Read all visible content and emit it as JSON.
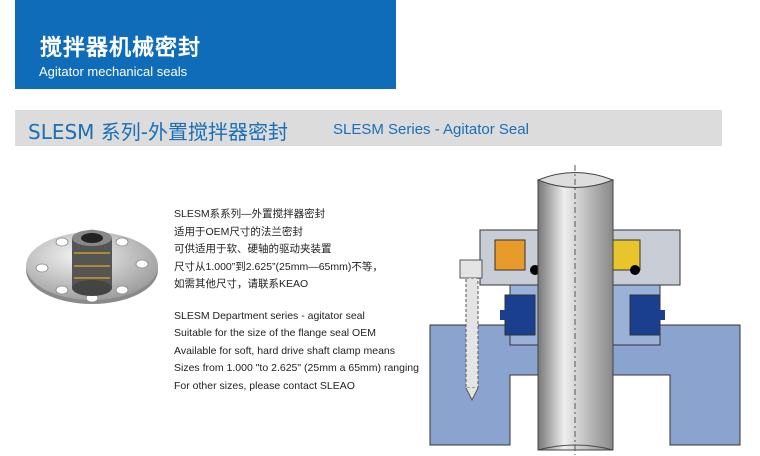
{
  "banner": {
    "title_cn": "搅拌器机械密封",
    "title_en": "Agitator mechanical seals",
    "color": "#0f6cb8"
  },
  "section": {
    "title_cn": "SLESM 系列-外置搅拌器密封",
    "title_en": "SLESM Series - Agitator Seal"
  },
  "description": {
    "cn": [
      "SLESM系系列—外置搅拌器密封",
      "适用于OEM尺寸的法兰密封",
      "可供适用于软、硬轴的驱动夹装置",
      "尺寸从1.000”到2.625”(25mm—65mm)不等，",
      "如需其他尺寸，请联系KEAO"
    ],
    "en": [
      "SLESM Department series - agitator seal",
      "Suitable for the size of the flange seal OEM",
      "Available for soft, hard drive shaft clamp means",
      "Sizes from 1.000 \"to 2.625\" (25mm a 65mm) ranging",
      "For other sizes, please contact SLEAO"
    ]
  }
}
